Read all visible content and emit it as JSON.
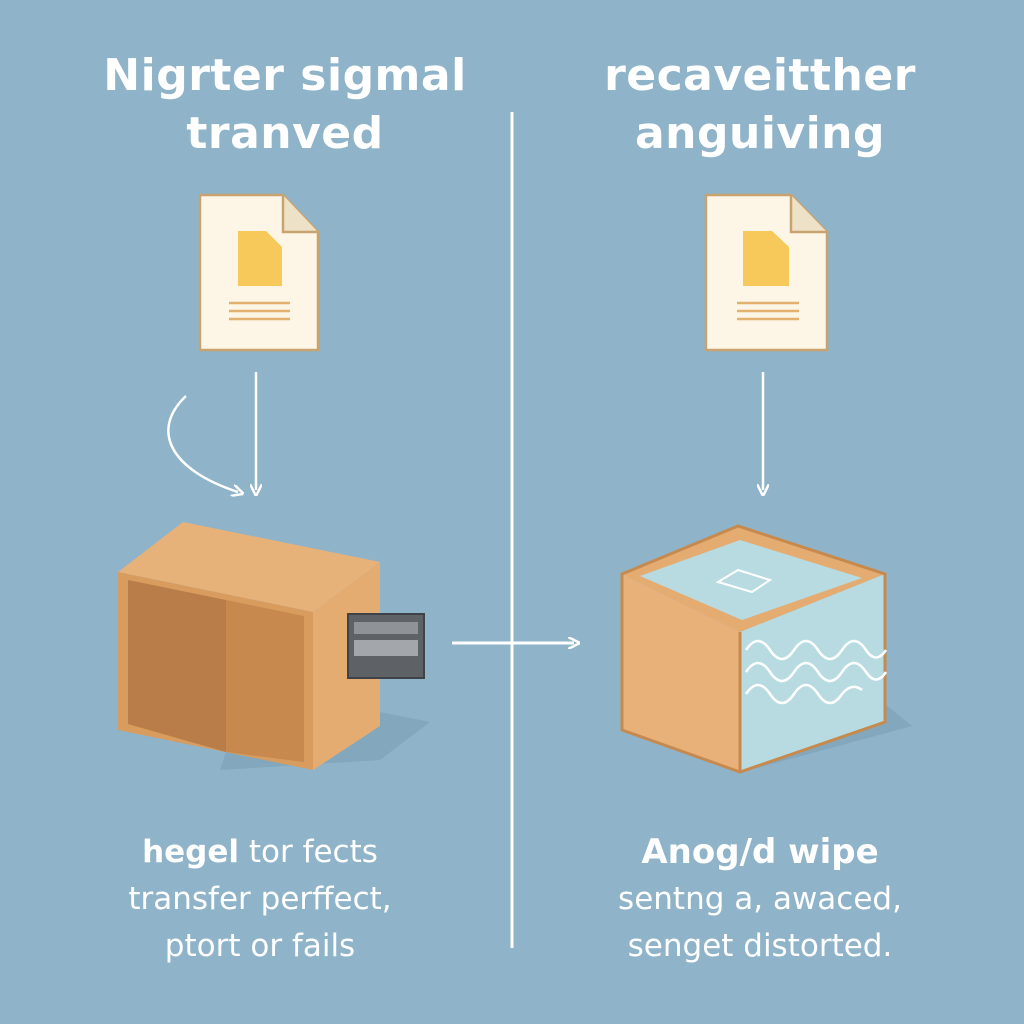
{
  "left": {
    "title_line1": "Nigrter sigmal",
    "title_line2": "tranved",
    "caption_line1_bold": "hegel",
    "caption_line1_rest": " tor fects",
    "caption_line2": "transfer perffect,",
    "caption_line3": "ptort or fails"
  },
  "right": {
    "title_line1": "recaveitther",
    "title_line2": "anguiving",
    "caption_line1": "Anog/d wipe",
    "caption_line2": "sentng a, awaced,",
    "caption_line3": "senget distorted."
  },
  "colors": {
    "background": "#8fb3c8",
    "box_light": "#e5ac72",
    "box_mid": "#d39a60",
    "box_dark": "#b87d48",
    "document": "#fdf6e7",
    "document_outline": "#c9a36f",
    "document_icon": "#f7c95a",
    "water": "#b7dbe0",
    "arrow": "#ffffff"
  }
}
